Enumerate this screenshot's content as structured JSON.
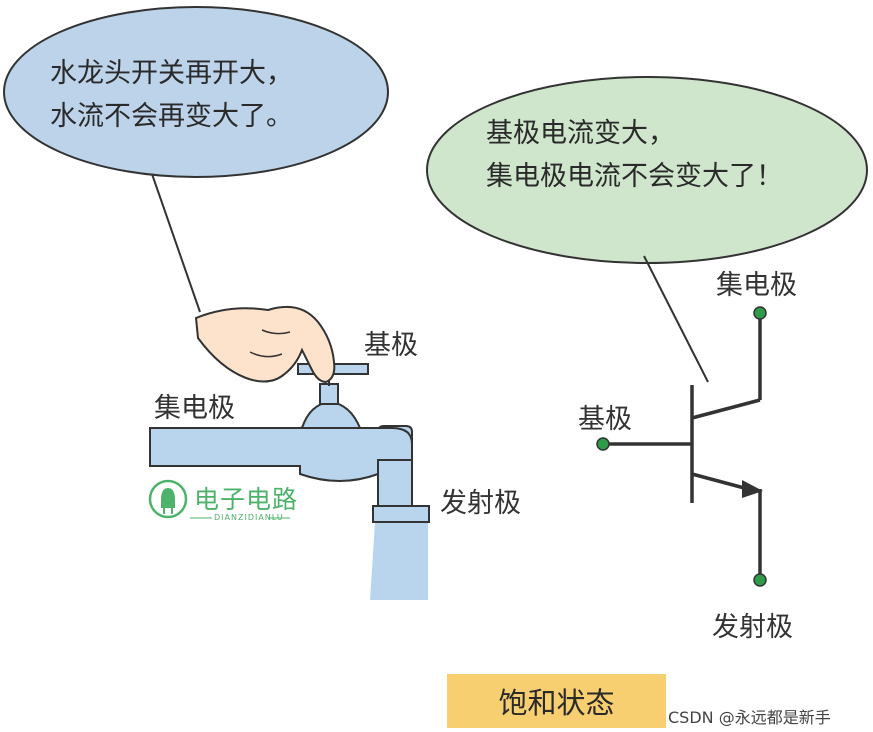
{
  "left_bubble": {
    "line1": "水龙头开关再开大，",
    "line2": "水流不会再变大了。"
  },
  "right_bubble": {
    "line1": "基极电流变大，",
    "line2": "集电极电流不会变大了！"
  },
  "faucet_labels": {
    "base": "基极",
    "collector": "集电极",
    "emitter": "发射极"
  },
  "transistor_labels": {
    "collector": "集电极",
    "base": "基极",
    "emitter": "发射极"
  },
  "logo": {
    "text": "电子电路",
    "subtext": "DIANZIDIANLU"
  },
  "state_label": "饱和状态",
  "watermark": "CSDN @永远都是新手",
  "colors": {
    "left_bubble": "#bcd3ea",
    "right_bubble": "#cfe6cc",
    "water": "#b9d5ee",
    "skin": "#fde3cc",
    "badge": "#f7ce70",
    "terminal": "#2e9b4a",
    "logo": "#4db36a"
  }
}
